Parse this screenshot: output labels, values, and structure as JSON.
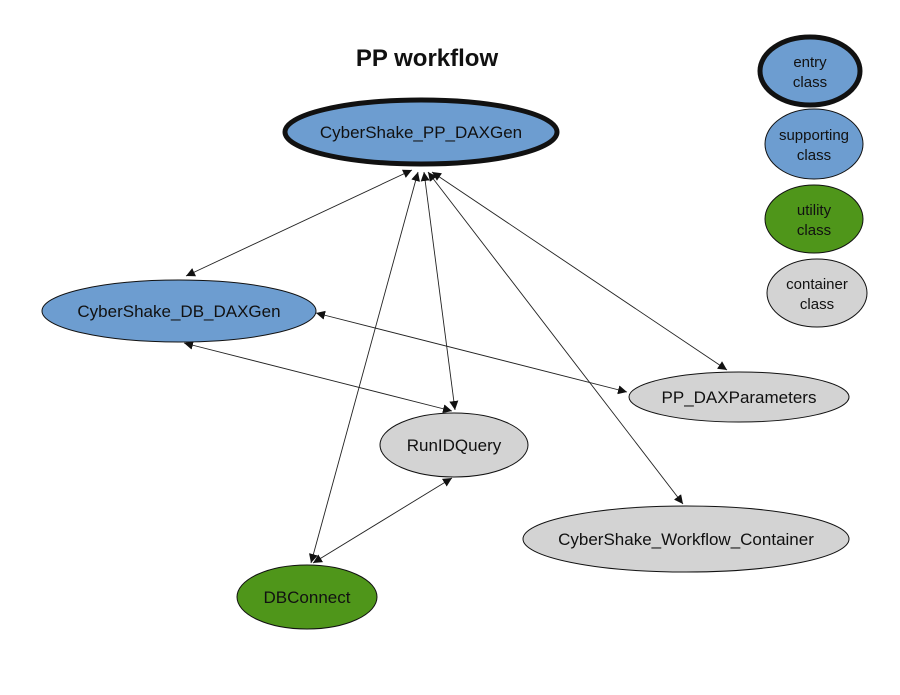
{
  "title": "PP workflow",
  "colors": {
    "supporting": "#6d9dd0",
    "utility": "#4f961a",
    "container": "#d3d3d3",
    "stroke": "#111111"
  },
  "legend": [
    {
      "key": "entry",
      "lines": [
        "entry",
        "class"
      ],
      "fill": "supporting",
      "thick": true
    },
    {
      "key": "supporting",
      "lines": [
        "supporting",
        "class"
      ],
      "fill": "supporting",
      "thick": false
    },
    {
      "key": "utility",
      "lines": [
        "utility",
        "class"
      ],
      "fill": "utility",
      "thick": false
    },
    {
      "key": "container",
      "lines": [
        "container",
        "class"
      ],
      "fill": "container",
      "thick": false
    }
  ],
  "nodes": [
    {
      "id": "pp_daxgen",
      "label": "CyberShake_PP_DAXGen",
      "type": "entry"
    },
    {
      "id": "db_daxgen",
      "label": "CyberShake_DB_DAXGen",
      "type": "supporting"
    },
    {
      "id": "pp_daxparams",
      "label": "PP_DAXParameters",
      "type": "container"
    },
    {
      "id": "runidquery",
      "label": "RunIDQuery",
      "type": "container"
    },
    {
      "id": "wf_container",
      "label": "CyberShake_Workflow_Container",
      "type": "container"
    },
    {
      "id": "dbconnect",
      "label": "DBConnect",
      "type": "utility"
    }
  ],
  "edges": [
    {
      "from": "pp_daxgen",
      "to": "db_daxgen",
      "bidirectional": true
    },
    {
      "from": "pp_daxgen",
      "to": "runidquery",
      "bidirectional": true
    },
    {
      "from": "pp_daxgen",
      "to": "dbconnect",
      "bidirectional": true
    },
    {
      "from": "pp_daxgen",
      "to": "pp_daxparams",
      "bidirectional": true
    },
    {
      "from": "pp_daxgen",
      "to": "wf_container",
      "bidirectional": true
    },
    {
      "from": "db_daxgen",
      "to": "pp_daxparams",
      "bidirectional": true
    },
    {
      "from": "db_daxgen",
      "to": "runidquery",
      "bidirectional": true
    },
    {
      "from": "runidquery",
      "to": "dbconnect",
      "bidirectional": true
    }
  ]
}
